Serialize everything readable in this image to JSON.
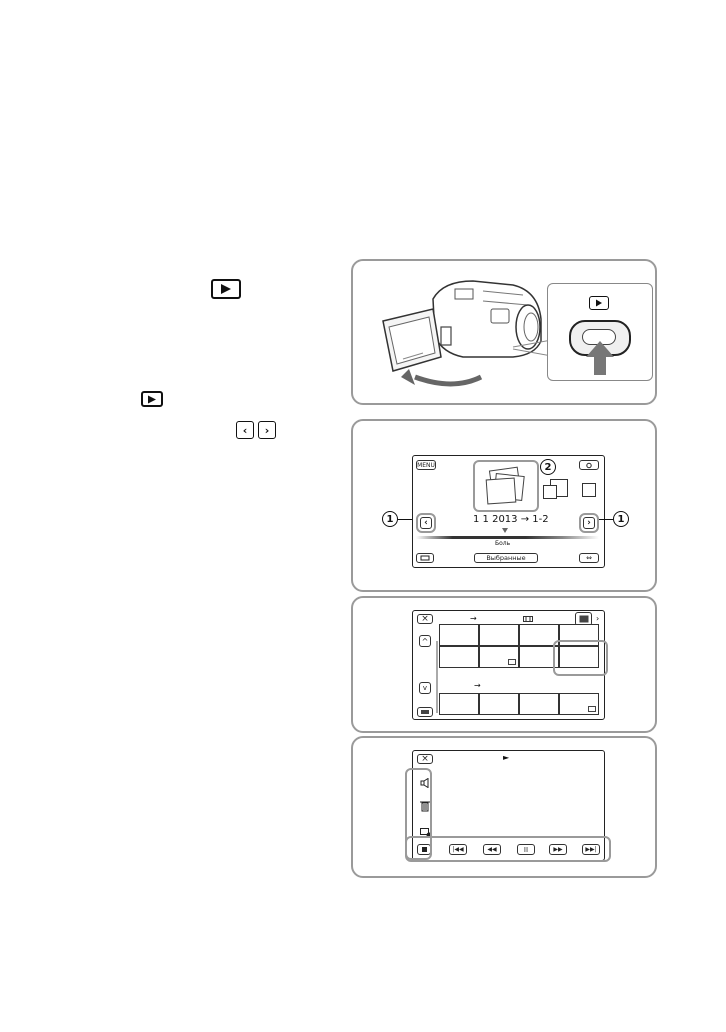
{
  "left_column": {
    "chevron_left": "‹",
    "chevron_right": "›"
  },
  "panel_event_view": {
    "menu_label": "MENU",
    "date_range": "1 1 2013 → 1-2",
    "timeline_label": "Боль",
    "favorites_label": "Выбранные",
    "callout_prev": "1",
    "callout_next": "1",
    "callout_event": "2"
  },
  "panel_thumbnails": {
    "arrow_top": "→",
    "arrow_mid": "→"
  },
  "panel_playback": {
    "play_indicator": "►"
  }
}
